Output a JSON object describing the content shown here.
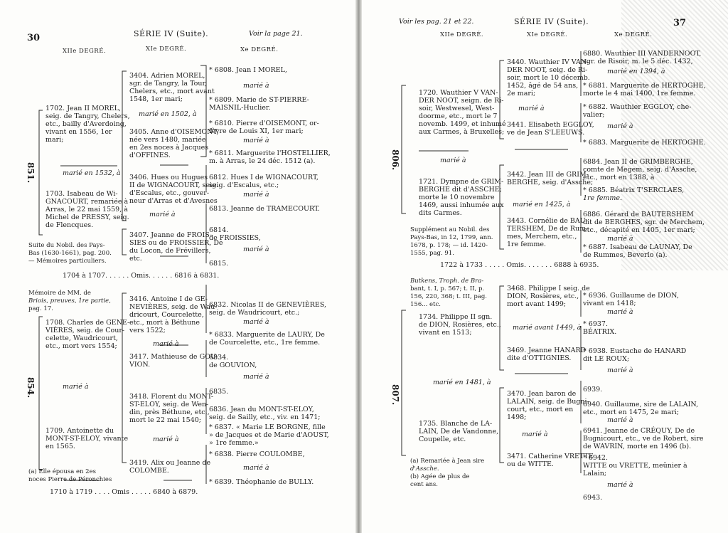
{
  "left": {
    "page_number": "30",
    "series": "SÉRIE IV (Suite).",
    "ref": "Voir la page 21.",
    "col12": "XIIe DEGRÉ.",
    "col11": "XIe DEGRÉ.",
    "col10": "Xe DEGRÉ.",
    "vert1": "851.",
    "vert2": "854.",
    "e1702": [
      "1702. Jean II MOREL,",
      "seig. de Tangry, Chelers,",
      "etc., bailly d'Averdoing,",
      "vivant en 1556, 1er",
      "mari;"
    ],
    "m1532": "marié en 1532, à",
    "e1703": [
      "1703. Isabeau de Wi-",
      "GNACOURT, remariée à",
      "Arras, le 22 mai 1559, à",
      "Michel de PRESSY, seig.",
      "de Flencques."
    ],
    "src1": [
      "Suite du Nobil. des Pays-",
      "Bas (1630-1661), pag. 200.",
      "— Mémoires particuliers."
    ],
    "omis1": "1704 à 1707. . . . . . Omis. . . . . . 6816 à 6831.",
    "src2": [
      "Mémoire de MM. de",
      "Briois, preuves, 1re partie,",
      "pag. 17."
    ],
    "e1708": [
      "1708. Charles de GENE-",
      "VIÈRES, seig. de Cour-",
      "celette, Waudricourt,",
      "etc., mort vers 1554;"
    ],
    "m1708": "marié à",
    "e1709": [
      "1709. Antoinette du",
      "MONT-ST-ELOY, vivante",
      "en 1565."
    ],
    "fn": [
      "(a) Elle épousa en 2es",
      "noces Pierre de Péronchies"
    ],
    "omis2": "1710 à 1719 . . . . Omis . . . . . 6840 à 6879.",
    "e3404": [
      "3404. Adrien MOREL,",
      "sgr. de Tangry, la Tour,",
      "Chelers, etc., mort avant",
      "1548, 1er mari;"
    ],
    "m3404": "marié en 1502, à",
    "e3405": [
      "3405. Anne d'OISEMONT,",
      "née vers 1480, mariée",
      "en 2es noces à Jacques",
      "d'OFFINES."
    ],
    "e3406": [
      "3406. Hues ou Hugues",
      "II de WIGNACOURT, seig.",
      "d'Escalus, etc., gouver-",
      "neur d'Arras et d'Avesnes"
    ],
    "m3406": "marié à",
    "e3407": [
      "3407. Jeanne de FROIS-",
      "SIES ou de FROISSIER, De",
      "du Locon, de Frévillers,",
      "etc."
    ],
    "e3416": [
      "3416. Antoine I de GE-",
      "NEVIÈRES, seig. de Wau-",
      "dricourt, Courcelette,",
      "etc., mort à Béthune",
      "vers 1522;"
    ],
    "m3416": "marié à",
    "e3417": [
      "3417. Mathieuse de GOU-",
      "VION."
    ],
    "e3418": [
      "3418. Florent du MONT-",
      "ST-ELOY, seig. de Wen-",
      "din, près Béthune, etc.,",
      "mort le 22 mai 1540;"
    ],
    "m3418": "marié à",
    "e3419": [
      "3419. Alix ou Jeanne de",
      "COLOMBE."
    ],
    "e6808": "* 6808. Jean I MOREL,",
    "m6808": "marié à",
    "e6809": [
      "* 6809. Marie de ST-PIERRE-",
      "MAISNIL-Huclier."
    ],
    "e6810": [
      "* 6810. Pierre d'OISEMONT, or-",
      "fèvre de Louis XI, 1er mari;"
    ],
    "m6810": "marié à",
    "e6811": [
      "* 6811. Marguerite l'HOSTELLIER,",
      "m. à Arras, le 24 déc. 1512 (a)."
    ],
    "e6812": [
      "6812. Hues I de WIGNACOURT,",
      "seig. d'Escalus, etc.;"
    ],
    "m6812": "marié à",
    "e6813": "6813. Jeanne de TRAMECOURT.",
    "e6814": [
      "6814.",
      "de FROISSIES,"
    ],
    "m6814": "marié à",
    "e6815": "6815.",
    "e6832": [
      "6832. Nicolas II de GENEVIÈRES,",
      "seig. de Waudricourt, etc.;"
    ],
    "m6832": "marié à",
    "e6833": [
      "* 6833. Marguerite de LAURY, De",
      "de Courcelette, etc., 1re femme."
    ],
    "e6834": [
      "6834.",
      "de GOUVION,"
    ],
    "m6834": "marié à",
    "e6835": "6835.",
    "e6836": [
      "6836. Jean du MONT-ST-ELOY,",
      "seig. de Sailly, etc., viv. en 1471;"
    ],
    "e6837": [
      "* 6837. « Marie LE BORGNE, fille",
      "» de Jacques et de Marie d'AOUST,",
      "» 1re femme.»"
    ],
    "e6838": "* 6838. Pierre COULOMBE,",
    "m6838": "marié à",
    "e6839": "* 6839. Théophanie de BULLY."
  },
  "right": {
    "page_number": "37",
    "ref": "Voir les pag. 21 et 22.",
    "series": "SÉRIE IV (Suite).",
    "col12": "XIIe DEGRÉ.",
    "col11": "XIe DEGRÉ.",
    "col10": "Xe DEGRÉ.",
    "vert1": "806.",
    "vert2": "807.",
    "e1720": [
      "1720. Wauthier V VAN-",
      "DER NOOT, seign. de Ri-",
      "soir, Westwesel, West-",
      "doorme, etc., mort le 7",
      "novemb. 1499, et inhumé",
      "aux Carmes, à Bruxelles;"
    ],
    "m1720": "marié à",
    "e1721": [
      "1721. Dympne de GRIM-",
      "BERGHE dit d'ASSCHE;",
      "morte le 10 novembre",
      "1469, aussi inhumée aux",
      "dits Carmes."
    ],
    "src1": [
      "Supplément au Nobil. des",
      "Pays-Bas, in 12, 1799, ann.",
      "1678, p. 178; — id. 1420-",
      "1555, pag. 91."
    ],
    "omis1": "1722 à 1733 . . . . . Omis. . . . . . . 6888 à 6935.",
    "src2": [
      "Butkens, Troph. de Bra-",
      "bant, t. I, p. 567; t. II, p.",
      "156, 220, 368; t. III, pag.",
      "156... etc."
    ],
    "e1734": [
      "1734. Philippe II sgn.",
      "de DION, Rosières, etc.,",
      "vivant en 1513;"
    ],
    "m1481": "marié en 1481, à",
    "e1735": [
      "1735. Blanche de LA-",
      "LAIN, De de Vandonne,",
      "Coupelle, etc."
    ],
    "fn": [
      "(a) Remariée à Jean sire",
      "d'Assche.",
      "(b) Agée de plus de",
      "cent ans."
    ],
    "e3440": [
      "3440. Wauthier IV VAN-",
      "DER NOOT, seig. de Ri-",
      "soir, mort le 10 décemb.",
      "1452, âgé de 54 ans,",
      "2e mari;"
    ],
    "m3440": "marié à",
    "e3441": [
      "3441. Elisabeth EGGLOY,",
      "ve de Jean S'LEEUWS."
    ],
    "e3442": [
      "3442. Jean III de GRIM-",
      "BERGHE, seig. d'Assche;"
    ],
    "m3442": "marié en 1425, à",
    "e3443": [
      "3443. Cornélie de BAU-",
      "TERSHEM, De de Rum-",
      "mes, Merchem, etc.,",
      "1re femme."
    ],
    "e3468": [
      "3468. Philippe I seig. de",
      "DION, Rosières, etc.,",
      "mort avant 1499;"
    ],
    "m3468": "marié avant 1449, à",
    "e3469": [
      "3469. Jeanne HANARD",
      "dite d'OTTIGNIES."
    ],
    "e3470": [
      "3470. Jean baron de",
      "LALAIN, seig. de Bugni-",
      "court, etc., mort en",
      "1498;"
    ],
    "m3470": "marié à",
    "e3471": [
      "3471. Catherine VRETTE",
      "ou de WITTE."
    ],
    "e6880": [
      "6880. Wauthier III VANDERNOOT,",
      "sgr. de Risoir, m. le 5 déc. 1432,"
    ],
    "m6880": "marié en 1394, à",
    "e6881": [
      "* 6881. Marguerite de HERTOGHE,",
      "morte le 4 mai 1400, 1re femme."
    ],
    "e6882": [
      "* 6882. Wauthier EGGLOY, che-",
      "valier;"
    ],
    "m6882": "marié à",
    "e6883": "* 6883. Marguerite de HERTOGHE.",
    "e6884": [
      "6884. Jean II de GRIMBERGHE,",
      "comte de Megem, seig. d'Assche,",
      "etc., mort en 1388, à"
    ],
    "e6885": [
      "* 6885. Béatrix T'SERCLAES,",
      "1re femme."
    ],
    "e6886": [
      "6886. Gérard de BAUTERSHEM",
      "dit de BERGHES, sgr. de Merchem,",
      "etc., décapité en 1405, 1er mari;"
    ],
    "m6886": "marié à",
    "e6887": [
      "* 6887. Isabeau de LAUNAY, De",
      "de Rummes, Beverlo (a)."
    ],
    "e6936": [
      "* 6936. Guillaume de DION,",
      "vivant en 1418;"
    ],
    "m6936": "marié à",
    "e6937": [
      "* 6937.",
      "BÉATRIX."
    ],
    "e6938": [
      "* 6938. Eustache de HANARD",
      "dit LE ROUX;"
    ],
    "m6938": "marié à",
    "e6939": "6939.",
    "e6940": [
      "6940. Guillaume, sire de LALAIN,",
      "etc., mort en 1475, 2e mari;"
    ],
    "m6940": "marié à",
    "e6941": [
      "6941. Jeanne de CRÉQUY, De de",
      "Bugnicourt, etc., ve de Robert, sire",
      "de WAVRIN, morte en 1496 (b)."
    ],
    "e6942": [
      "* 6942.",
      "WITTE ou VRETTE, meûnier à",
      "Lalain;"
    ],
    "m6942": "marié à",
    "e6943": "6943."
  }
}
